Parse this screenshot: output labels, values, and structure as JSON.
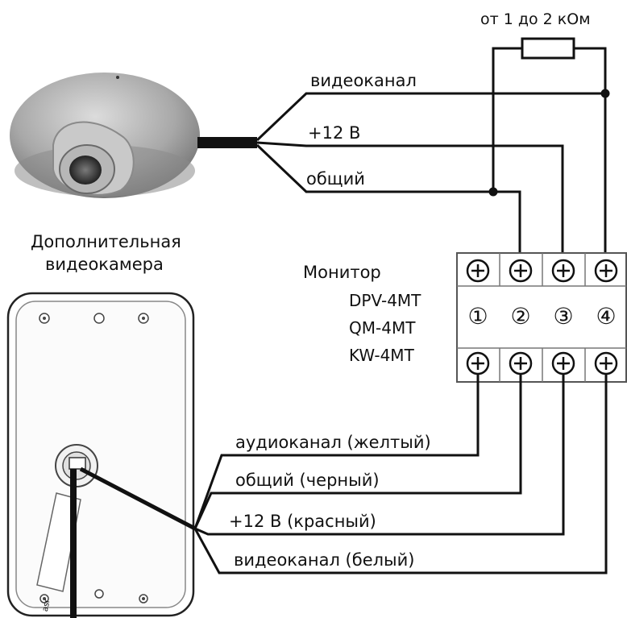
{
  "resistor_label": "от 1 до 2 кОм",
  "camera": {
    "label_line1": "Дополнительная",
    "label_line2": "видеокамера",
    "wires": {
      "video": "видеоканал",
      "power": "+12 В",
      "common": "общий"
    }
  },
  "monitor": {
    "title": "Монитор",
    "models": [
      "DPV-4MT",
      "QM-4MT",
      "KW-4MT"
    ],
    "terminal_numbers": [
      "①",
      "②",
      "③",
      "④"
    ],
    "screw_glyph": "⊕"
  },
  "panel_wires": {
    "audio": "аудиоканал (желтый)",
    "common": "общий (черный)",
    "power": "+12 В (красный)",
    "video": "видеоканал (белый)"
  },
  "panel_logo": "asr"
}
